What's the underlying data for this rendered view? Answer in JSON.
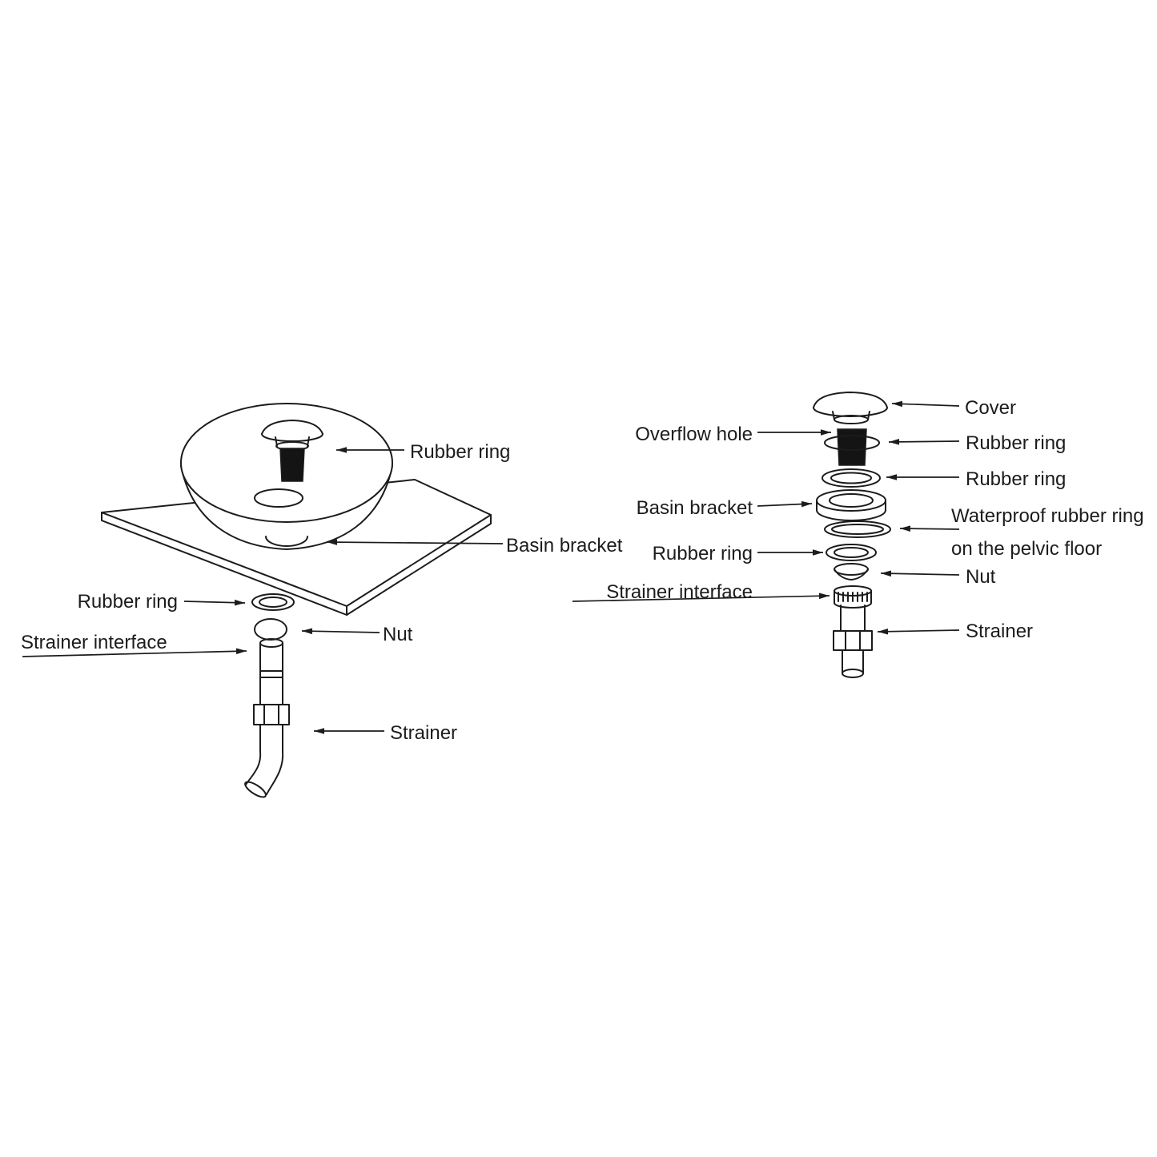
{
  "left_diagram": {
    "labels": {
      "rubber_ring_top": "Rubber ring",
      "basin_bracket": "Basin bracket",
      "rubber_ring_bottom": "Rubber ring",
      "nut": "Nut",
      "strainer_interface": "Strainer interface",
      "strainer": "Strainer"
    }
  },
  "right_diagram": {
    "labels": {
      "cover": "Cover",
      "overflow_hole": "Overflow hole",
      "rubber_ring_upper": "Rubber ring",
      "rubber_ring_middle": "Rubber ring",
      "basin_bracket": "Basin bracket",
      "waterproof_rubber_ring_line1": "Waterproof rubber ring",
      "waterproof_rubber_ring_line2": "on the pelvic floor",
      "rubber_ring_lower": "Rubber ring",
      "nut": "Nut",
      "strainer_interface": "Strainer interface",
      "strainer": "Strainer"
    }
  },
  "colors": {
    "line": "#1c1c1c",
    "fill_black": "#141414",
    "background": "#ffffff"
  }
}
